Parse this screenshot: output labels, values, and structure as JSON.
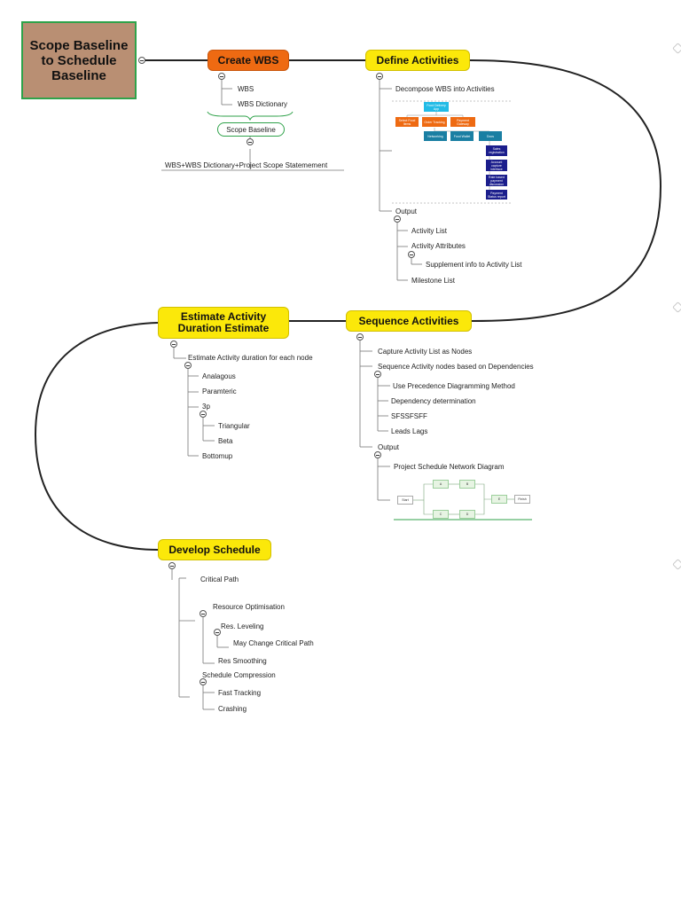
{
  "root": {
    "title": "Scope Baseline to Schedule Baseline"
  },
  "create_wbs": {
    "title": "Create WBS",
    "items": [
      "WBS",
      "WBS Dictionary"
    ],
    "baseline_label": "Scope Baseline",
    "baseline_note": "WBS+WBS Dictionary+Project Scope Statemement"
  },
  "define_activities": {
    "title": "Define Activities",
    "decompose": "Decompose WBS into Activities",
    "output": "Output",
    "activity_list": "Activity List",
    "activity_attributes": "Activity Attributes",
    "supplement": "Supplement info to Activity List",
    "milestone": "Milestone List",
    "mini_wbs": {
      "top": "Food Delivery App",
      "mid": [
        "Select Food Items",
        "Order Tracking",
        "Payment Gateway"
      ],
      "low": [
        "Networking",
        "Food Wallet",
        "Docs"
      ],
      "docs": [
        "Sales registration",
        "Account capture interface",
        "Rate based payment discussion",
        "Payment Status report"
      ]
    }
  },
  "sequence_activities": {
    "title": "Sequence Activities",
    "capture": "Capture Activity List as Nodes",
    "sequence": "Sequence Activity nodes based on Dependencies",
    "sub": [
      "Use Precedence Diagramming Method",
      "Dependency determination",
      "SFSSFSFF",
      "Leads Lags"
    ],
    "output": "Output",
    "network": "Project Schedule Network Diagram",
    "net_nodes": {
      "start": "Start",
      "finish": "Finish",
      "a": "A",
      "b": "B",
      "c": "C",
      "d": "D",
      "e": "E"
    }
  },
  "estimate_duration": {
    "title": "Estimate Activity Duration Estimate",
    "each_node": "Estimate Activity duration for each node",
    "methods": [
      "Analagous",
      "Paramteric",
      "3p"
    ],
    "three_point": [
      "Triangular",
      "Beta"
    ],
    "bottomup": "Bottomup"
  },
  "develop_schedule": {
    "title": "Develop Schedule",
    "critical_path": "Critical Path",
    "resource_opt": "Resource Optimisation",
    "res_leveling": "Res. Leveling",
    "may_change": "May Change Critical Path",
    "res_smoothing": "Res Smoothing",
    "compression": "Schedule Compression",
    "fast_tracking": "Fast Tracking",
    "crashing": "Crashing"
  },
  "colors": {
    "orange_topic": "#ee6a12",
    "yellow_topic": "#fbe80a",
    "root_fill": "#b98f73",
    "root_border": "#2fa24a"
  },
  "icons": {
    "collapse": "minus-circle-icon",
    "pin": "pin-icon"
  }
}
